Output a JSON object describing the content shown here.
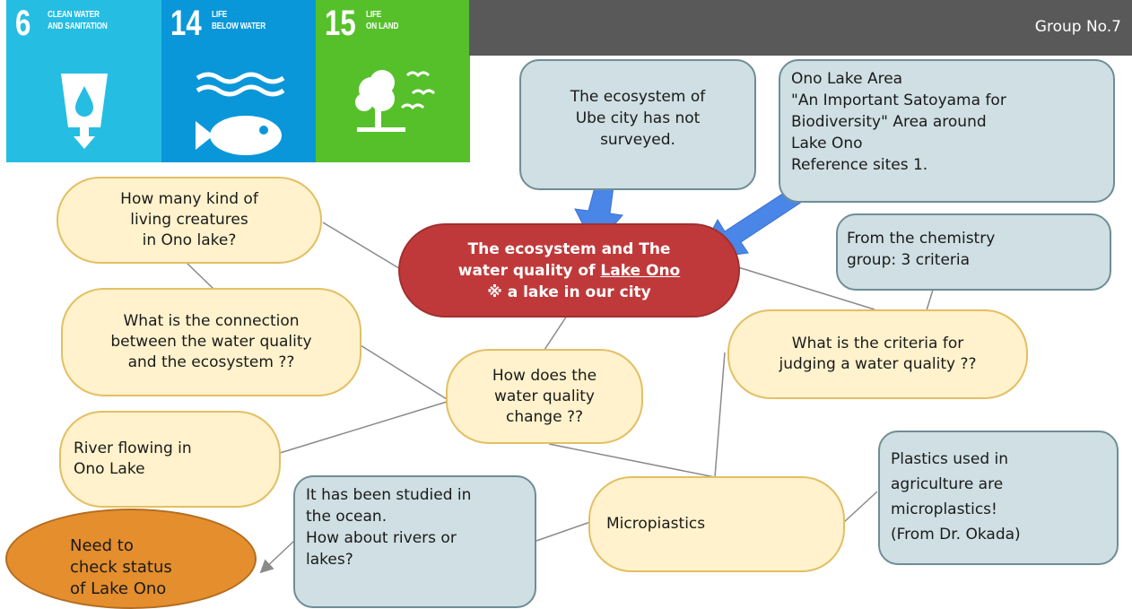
{
  "header": {
    "group_label": "Group No.7"
  },
  "sdgs": [
    {
      "number": "6",
      "label": "CLEAN WATER\nAND SANITATION",
      "color": "#26bde2",
      "icon": "water-glass-icon"
    },
    {
      "number": "14",
      "label": "LIFE\nBELOW WATER",
      "color": "#0a97d9",
      "icon": "fish-icon"
    },
    {
      "number": "15",
      "label": "LIFE\nON LAND",
      "color": "#56c02b",
      "icon": "tree-birds-icon"
    }
  ],
  "center": {
    "line1": "The ecosystem and The",
    "line2_prefix": "water quality of ",
    "line2_underlined": "Lake Ono",
    "line3": "※ a lake in our city",
    "color": "#c0393a"
  },
  "notes": {
    "ecosystem_not_surveyed": "The ecosystem of\nUbe city has not\nsurveyed.",
    "ono_lake_area": "Ono Lake Area\n\"An Important Satoyama for\nBiodiversity\"  Area around\nLake Ono\n   Reference sites 1.",
    "chemistry_group": "From the chemistry\ngroup: 3 criteria",
    "plastics_agriculture": "Plastics used in\nagriculture are\nmicroplastics!\n(From Dr. Okada)",
    "studied_in_ocean": "It has been studied in\nthe ocean.\nHow about rivers or\nlakes?"
  },
  "bubbles": {
    "how_many_creatures": "How many kind of\nliving creatures\nin Ono lake?",
    "connection": "What is the connection\nbetween the water quality\nand the ecosystem ??",
    "river_flowing": "River flowing in\nOno Lake",
    "water_quality_change": "How does the\nwater quality\nchange ??",
    "criteria": "What is the criteria for\njudging a water quality ??",
    "microplastics": "Micropiastics"
  },
  "status_node": {
    "text": "Need to\ncheck status\nof Lake Ono",
    "color": "#e48e2e"
  },
  "colors": {
    "bubble_fill": "#fff2cc",
    "bubble_border": "#e3bf63",
    "note_fill": "#cfdfe3",
    "note_border": "#6f8d96",
    "arrow_blue": "#4a86e8",
    "header_bar": "#595959"
  }
}
